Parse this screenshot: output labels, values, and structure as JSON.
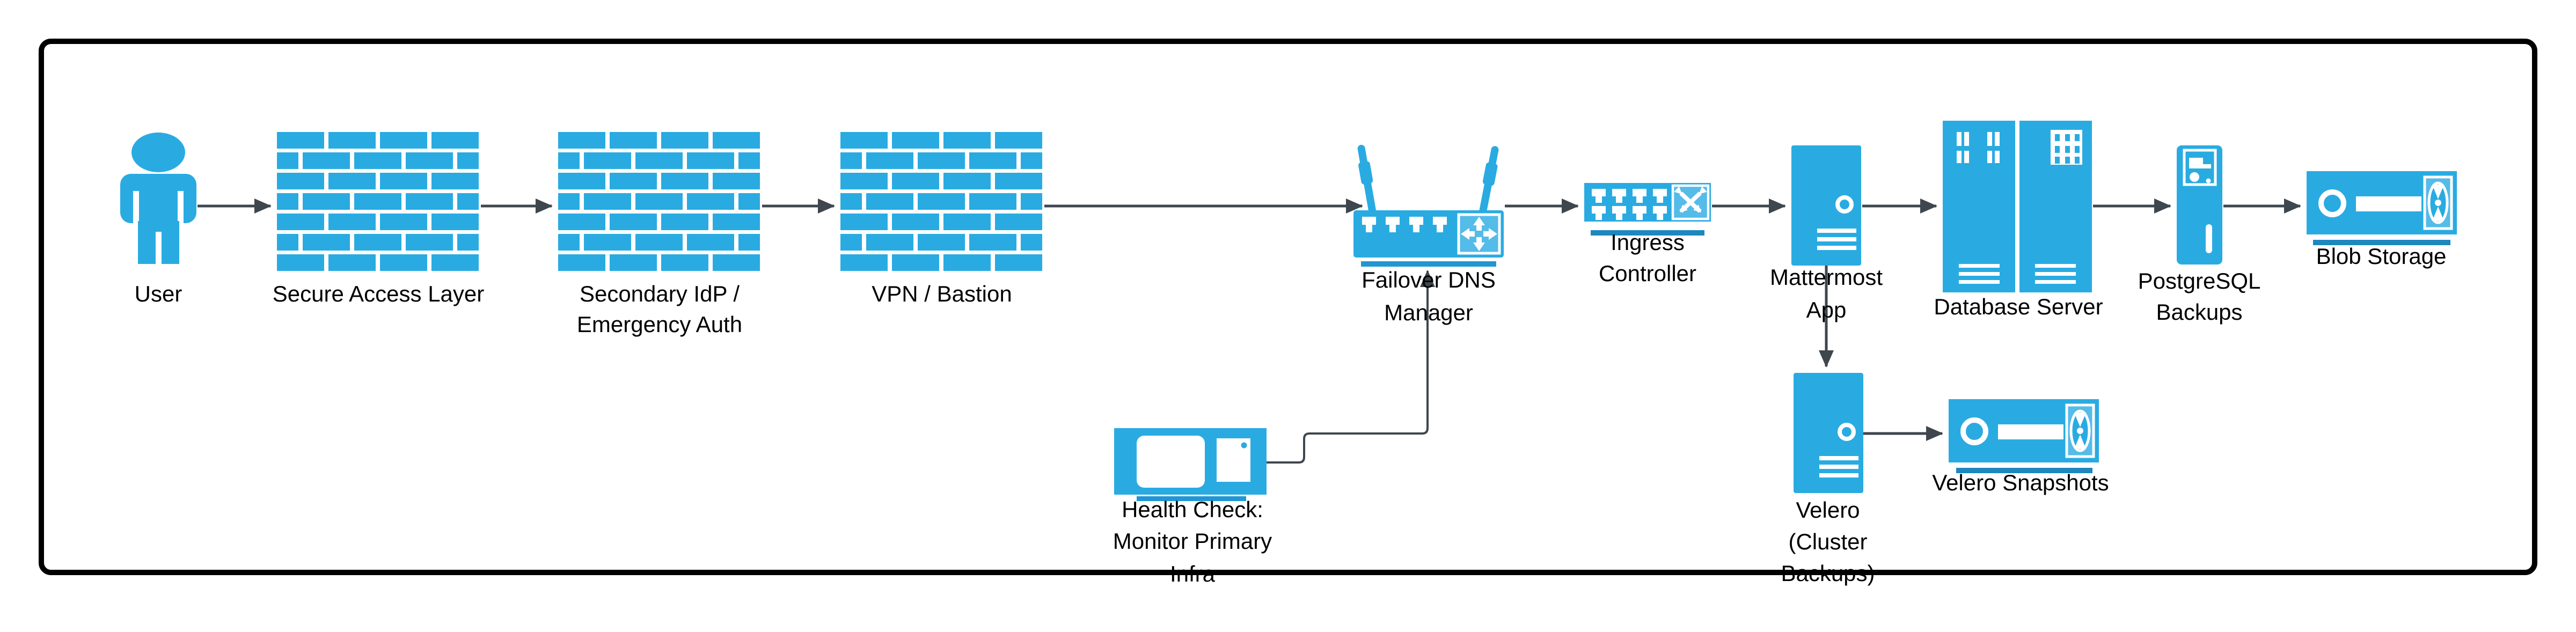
{
  "palette": {
    "icon_blue": "#29abe2",
    "icon_blue_light": "#55bbe9",
    "underline_dark_blue": "#1d87be",
    "underline_mid_blue": "#2196d3",
    "connector_color": "#3e464e",
    "frame_color": "#000000",
    "label_color": "#000000",
    "background": "#ffffff"
  },
  "nodes": {
    "user": {
      "label": "User",
      "icon": "person-icon"
    },
    "secure_access_layer": {
      "label": "Secure Access Layer",
      "icon": "firewall-icon"
    },
    "secondary_idp": {
      "lines": [
        "Secondary IdP /",
        "Emergency Auth"
      ],
      "icon": "firewall-icon"
    },
    "vpn_bastion": {
      "label": "VPN / Bastion",
      "icon": "firewall-icon"
    },
    "failover_dns_manager": {
      "lines": [
        "Failover DNS",
        "Manager"
      ],
      "icon": "wireless-router-icon"
    },
    "ingress_controller": {
      "lines": [
        "Ingress",
        "Controller"
      ],
      "icon": "network-switch-icon"
    },
    "mattermost_app": {
      "lines": [
        "Mattermost",
        "App"
      ],
      "icon": "server-tower-icon"
    },
    "database_server": {
      "label": "Database Server",
      "icon": "server-rack-icon"
    },
    "postgresql_backups": {
      "lines": [
        "PostgreSQL",
        "Backups"
      ],
      "icon": "backup-server-icon"
    },
    "blob_storage": {
      "label": "Blob Storage",
      "icon": "disk-storage-icon"
    },
    "health_check": {
      "lines": [
        "Health Check:",
        "Monitor Primary",
        "Infra"
      ],
      "icon": "workstation-icon"
    },
    "velero": {
      "lines": [
        "Velero",
        "(Cluster",
        "Backups)"
      ],
      "icon": "server-tower-icon"
    },
    "velero_snapshots": {
      "label": "Velero Snapshots",
      "icon": "disk-storage-icon"
    }
  },
  "edges": [
    {
      "from": "user",
      "to": "secure_access_layer"
    },
    {
      "from": "secure_access_layer",
      "to": "secondary_idp"
    },
    {
      "from": "secondary_idp",
      "to": "vpn_bastion"
    },
    {
      "from": "vpn_bastion",
      "to": "failover_dns_manager"
    },
    {
      "from": "failover_dns_manager",
      "to": "ingress_controller"
    },
    {
      "from": "ingress_controller",
      "to": "mattermost_app"
    },
    {
      "from": "mattermost_app",
      "to": "database_server"
    },
    {
      "from": "database_server",
      "to": "postgresql_backups"
    },
    {
      "from": "postgresql_backups",
      "to": "blob_storage"
    },
    {
      "from": "mattermost_app",
      "to": "velero"
    },
    {
      "from": "velero",
      "to": "velero_snapshots"
    },
    {
      "from": "health_check",
      "to": "failover_dns_manager"
    }
  ]
}
